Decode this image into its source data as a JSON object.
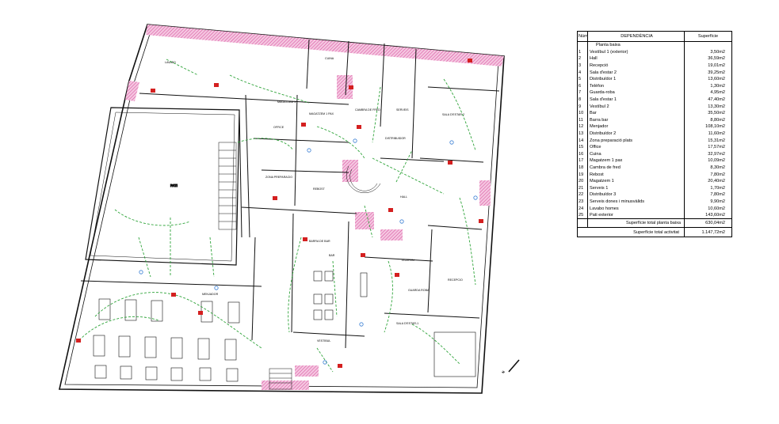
{
  "table": {
    "headers": {
      "num": "Núm",
      "name": "DEPENDÈNCIA",
      "area": "Superfície"
    },
    "section_title": "Planta baixa",
    "rows": [
      {
        "num": "1",
        "name": "Vestíbul 1 (exterior)",
        "area": "3,50m2"
      },
      {
        "num": "2",
        "name": "Hall",
        "area": "36,59m2"
      },
      {
        "num": "3",
        "name": "Recepció",
        "area": "19,01m2"
      },
      {
        "num": "4",
        "name": "Sala d'estar 2",
        "area": "39,25m2"
      },
      {
        "num": "5",
        "name": "Distribuïdor 1",
        "area": "13,60m2"
      },
      {
        "num": "6",
        "name": "Telèfon",
        "area": "1,30m2"
      },
      {
        "num": "7",
        "name": "Guarda-roba",
        "area": "4,95m2"
      },
      {
        "num": "8",
        "name": "Sala d'estar 1",
        "area": "47,40m2"
      },
      {
        "num": "9",
        "name": "Vestíbul 2",
        "area": "13,30m2"
      },
      {
        "num": "10",
        "name": "Bar",
        "area": "35,50m2"
      },
      {
        "num": "11",
        "name": "Barra bar",
        "area": "8,80m2"
      },
      {
        "num": "12",
        "name": "Menjador",
        "area": "108,10m2"
      },
      {
        "num": "13",
        "name": "Distribuïdor 2",
        "area": "11,60m2"
      },
      {
        "num": "14",
        "name": "Zona preparació plats",
        "area": "15,31m2"
      },
      {
        "num": "15",
        "name": "Office",
        "area": "17,57m2"
      },
      {
        "num": "16",
        "name": "Cuina",
        "area": "32,97m2"
      },
      {
        "num": "17",
        "name": "Magatzem 1 pax",
        "area": "10,09m2"
      },
      {
        "num": "18",
        "name": "Cambra de fred",
        "area": "8,30m2"
      },
      {
        "num": "19",
        "name": "Rebost",
        "area": "7,80m2"
      },
      {
        "num": "20",
        "name": "Magatzem 1",
        "area": "20,40m2"
      },
      {
        "num": "21",
        "name": "Serveis 1",
        "area": "1,70m2"
      },
      {
        "num": "22",
        "name": "Distribuïdor 3",
        "area": "7,80m2"
      },
      {
        "num": "23",
        "name": "Serveis dones i minusvàlids",
        "area": "9,90m2"
      },
      {
        "num": "24",
        "name": "Lavabo homes",
        "area": "10,60m2"
      },
      {
        "num": "25",
        "name": "Pati exterior",
        "area": "143,60m2"
      }
    ],
    "subtotal_label": "Superfície total planta baixa",
    "subtotal_value": "630,04m2",
    "total_label": "Superfície total activitat",
    "total_value": "1.147,72m2"
  },
  "plan": {
    "room_labels": {
      "pati": "PATI",
      "menjador": "MENJADOR",
      "cuina": "CUINA",
      "office": "OFFICE",
      "magatzem": "MAGATZEM 1",
      "rebost": "REBOST",
      "hall": "HALL",
      "bar": "BAR",
      "barra_bar": "BARRA DE BAR",
      "vestibul": "VESTIBUL",
      "sala_estar_1": "SALA D'ESTAR-1",
      "sala_estar_2": "SALA D'ESTAR-2",
      "recepcio": "RECEPCIO",
      "telefon": "TELEFON",
      "distribuidor": "DISTRIBUIDOR",
      "lavabo": "LAVABO",
      "zona_preparacio": "ZONA PREPARACIO",
      "guarda_roba": "GUARDA ROBA",
      "magatzem_pax": "MAGATZEM 1 PAX",
      "cambra_fred": "CAMBRA DE FRED",
      "serveis": "SERVEIS"
    },
    "north_label": "N",
    "colors": {
      "wall": "#111111",
      "hatch": "#d8439a",
      "route": "#2fa43a",
      "sign": "#d42020",
      "marker": "#3a7fd4"
    }
  }
}
